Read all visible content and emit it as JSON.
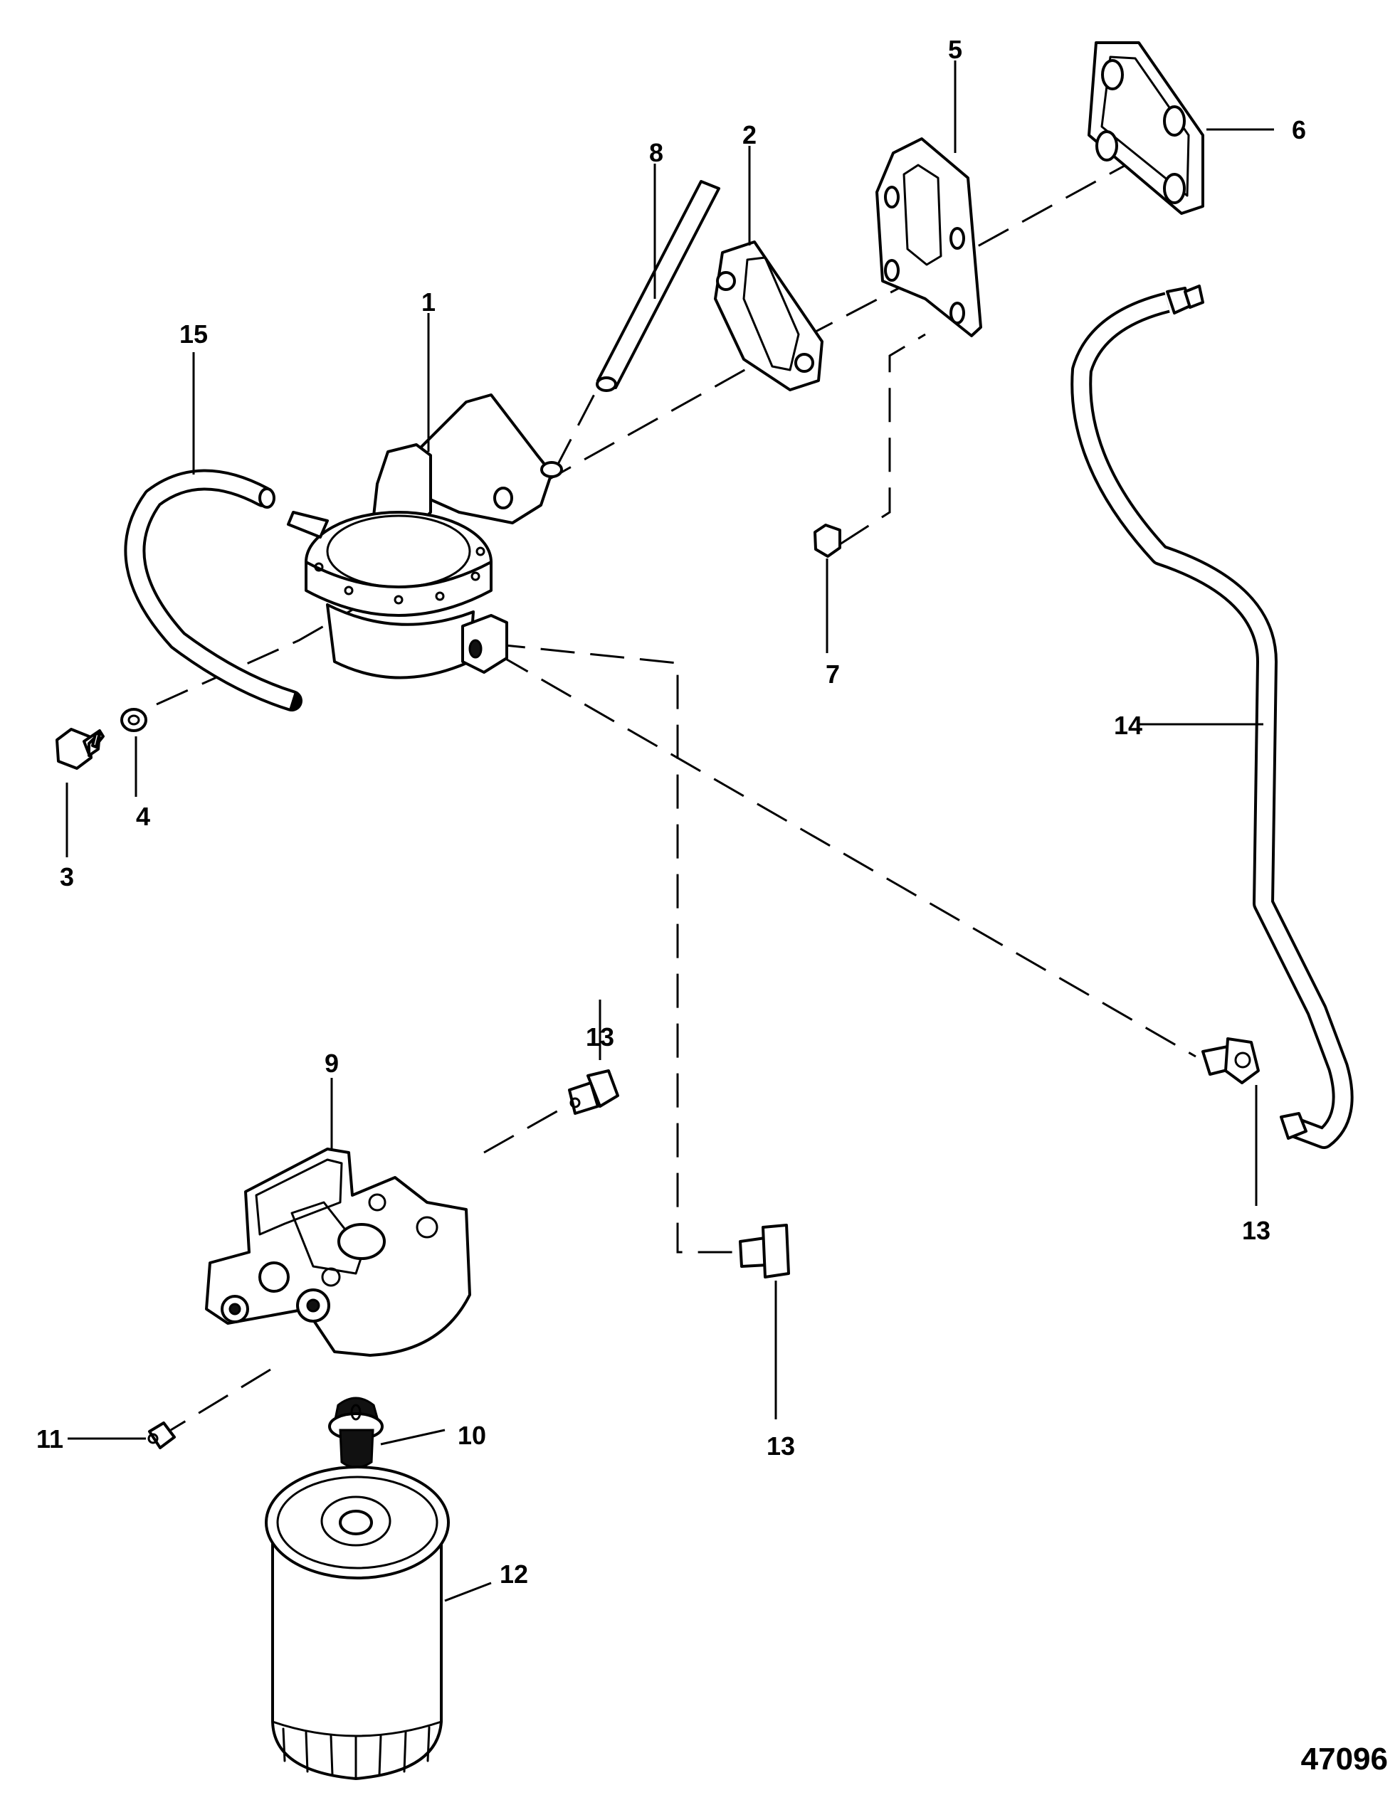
{
  "diagram": {
    "figure_id": "47096",
    "parts": [
      {
        "number": "1",
        "name": "fuel-pump"
      },
      {
        "number": "2",
        "name": "gasket"
      },
      {
        "number": "3",
        "name": "bolt"
      },
      {
        "number": "4",
        "name": "washer"
      },
      {
        "number": "5",
        "name": "mounting-plate"
      },
      {
        "number": "6",
        "name": "gasket"
      },
      {
        "number": "7",
        "name": "nut"
      },
      {
        "number": "8",
        "name": "hose"
      },
      {
        "number": "9",
        "name": "filter-base"
      },
      {
        "number": "10",
        "name": "adaptor"
      },
      {
        "number": "11",
        "name": "plug"
      },
      {
        "number": "12",
        "name": "fuel-filter"
      },
      {
        "number": "13",
        "name": "fitting"
      },
      {
        "number": "14",
        "name": "fuel-line"
      },
      {
        "number": "15",
        "name": "hose"
      }
    ],
    "callouts": {
      "c1": "1",
      "c2": "2",
      "c3": "3",
      "c4": "4",
      "c5": "5",
      "c6": "6",
      "c7": "7",
      "c8": "8",
      "c9": "9",
      "c10": "10",
      "c11": "11",
      "c12": "12",
      "c13a": "13",
      "c13b": "13",
      "c13c": "13",
      "c14": "14",
      "c15": "15"
    }
  }
}
